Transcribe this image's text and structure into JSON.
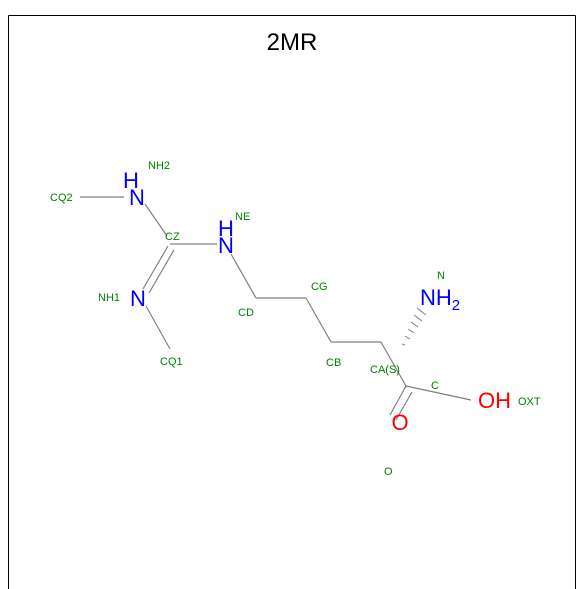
{
  "title": "2MR",
  "colors": {
    "bond": "#808080",
    "nitrogen": "#0000ff",
    "oxygen": "#ff0000",
    "atom_label": "#008000",
    "title": "#000000",
    "border": "#000000"
  },
  "atoms": {
    "CQ2": "CQ2",
    "NH2_name": "NH2",
    "NH2_elem": "H",
    "NH2_N": "N",
    "CZ": "CZ",
    "NE_name": "NE",
    "NE_elem_H": "H",
    "NE_elem_N": "N",
    "NH1_name": "NH1",
    "NH1_elem": "N",
    "CQ1": "CQ1",
    "CD": "CD",
    "CG": "CG",
    "CB": "CB",
    "CA": "CA(S)",
    "N_name": "N",
    "N_elem": "NH",
    "N_sub": "2",
    "C": "C",
    "OXT_elem": "OH",
    "OXT_name": "OXT",
    "O_elem": "O",
    "O_name": "O"
  }
}
